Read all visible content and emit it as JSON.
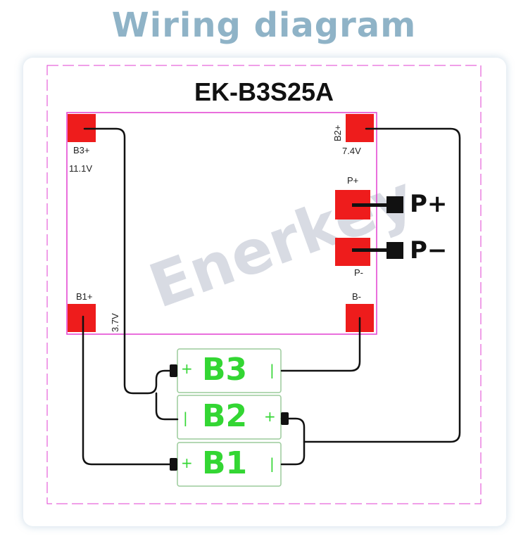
{
  "title": "Wiring diagram",
  "watermark": "Enerkey",
  "board": {
    "model": "EK-B3S25A",
    "pads": {
      "b3_plus": {
        "label": "B3+",
        "voltage": "11.1V"
      },
      "b2_plus": {
        "label": "B2+",
        "voltage": "7.4V"
      },
      "b1_plus": {
        "label": "B1+",
        "voltage": "3.7V"
      },
      "b_minus": {
        "label": "B-"
      },
      "p_plus": {
        "label": "P+"
      },
      "p_minus": {
        "label": "P-"
      }
    },
    "outputs": {
      "p_plus": "P+",
      "p_minus": "P−"
    }
  },
  "cells": [
    {
      "label": "B3",
      "left_sign": "+",
      "right_sign": "|"
    },
    {
      "label": "B2",
      "left_sign": "|",
      "right_sign": "+"
    },
    {
      "label": "B1",
      "left_sign": "+",
      "right_sign": "|"
    }
  ],
  "colors": {
    "title": "#8fb3c7",
    "pad": "#ee1c1c",
    "guide": "#e23fd0",
    "cell": "#33d633",
    "wire": "#111111",
    "watermark": "#d8dbe3"
  }
}
